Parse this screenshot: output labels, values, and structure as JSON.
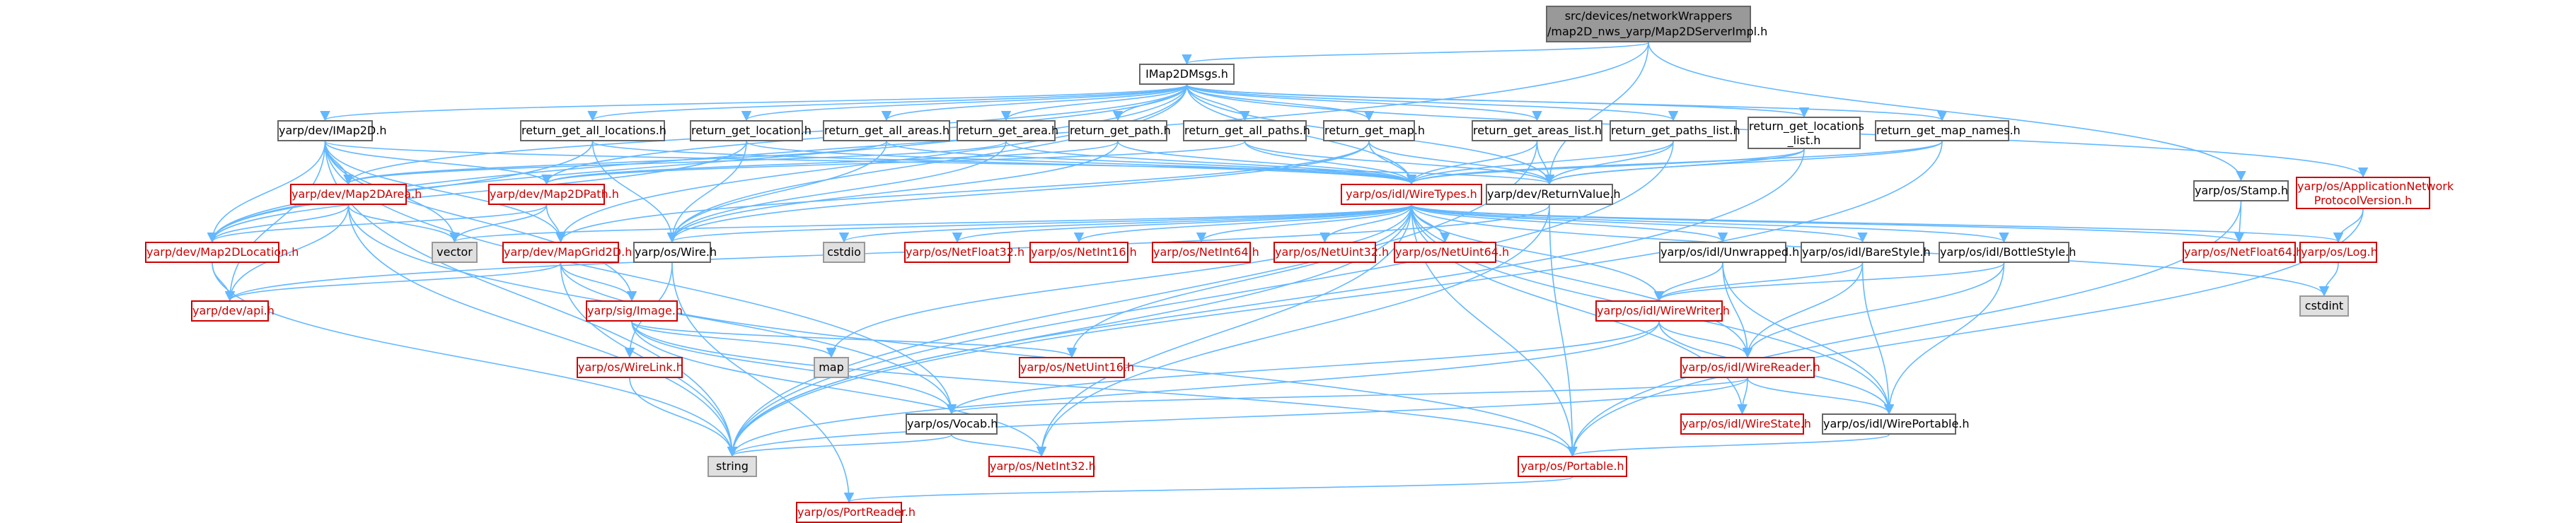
{
  "diagram": {
    "colors": {
      "edge": "#63b8ff",
      "red_text": "#cc0000",
      "grey_fill": "#e0e0e0",
      "root_fill": "#999999"
    },
    "nodes": [
      {
        "id": "root",
        "lines": [
          "src/devices/networkWrappers",
          "/map2D_nws_yarp/Map2DServerImpl.h"
        ],
        "style": "root"
      },
      {
        "id": "imap2dmsgs",
        "lines": [
          "IMap2DMsgs.h"
        ],
        "style": "normal"
      },
      {
        "id": "stamp",
        "lines": [
          "yarp/os/Stamp.h"
        ],
        "style": "normal"
      },
      {
        "id": "appnet",
        "lines": [
          "yarp/os/ApplicationNetwork",
          "ProtocolVersion.h"
        ],
        "style": "red"
      },
      {
        "id": "imap2d",
        "lines": [
          "yarp/dev/IMap2D.h"
        ],
        "style": "normal"
      },
      {
        "id": "r_all_loc",
        "lines": [
          "return_get_all_locations.h"
        ],
        "style": "normal"
      },
      {
        "id": "r_loc",
        "lines": [
          "return_get_location.h"
        ],
        "style": "normal"
      },
      {
        "id": "r_all_areas",
        "lines": [
          "return_get_all_areas.h"
        ],
        "style": "normal"
      },
      {
        "id": "r_area",
        "lines": [
          "return_get_area.h"
        ],
        "style": "normal"
      },
      {
        "id": "r_path",
        "lines": [
          "return_get_path.h"
        ],
        "style": "normal"
      },
      {
        "id": "r_all_paths",
        "lines": [
          "return_get_all_paths.h"
        ],
        "style": "normal"
      },
      {
        "id": "r_map",
        "lines": [
          "return_get_map.h"
        ],
        "style": "normal"
      },
      {
        "id": "r_areas_list",
        "lines": [
          "return_get_areas_list.h"
        ],
        "style": "normal"
      },
      {
        "id": "r_paths_list",
        "lines": [
          "return_get_paths_list.h"
        ],
        "style": "normal"
      },
      {
        "id": "r_locs_list",
        "lines": [
          "return_get_locations",
          "_list.h"
        ],
        "style": "normal"
      },
      {
        "id": "r_map_names",
        "lines": [
          "return_get_map_names.h"
        ],
        "style": "normal"
      },
      {
        "id": "map2darea",
        "lines": [
          "yarp/dev/Map2DArea.h"
        ],
        "style": "red"
      },
      {
        "id": "map2dpath",
        "lines": [
          "yarp/dev/Map2DPath.h"
        ],
        "style": "red"
      },
      {
        "id": "wiretypes",
        "lines": [
          "yarp/os/idl/WireTypes.h"
        ],
        "style": "red"
      },
      {
        "id": "retval",
        "lines": [
          "yarp/dev/ReturnValue.h"
        ],
        "style": "normal"
      },
      {
        "id": "map2dloc",
        "lines": [
          "yarp/dev/Map2DLocation.h"
        ],
        "style": "red"
      },
      {
        "id": "vector",
        "lines": [
          "vector"
        ],
        "style": "grey"
      },
      {
        "id": "mapgrid",
        "lines": [
          "yarp/dev/MapGrid2D.h"
        ],
        "style": "red"
      },
      {
        "id": "wire",
        "lines": [
          "yarp/os/Wire.h"
        ],
        "style": "normal"
      },
      {
        "id": "cstdio",
        "lines": [
          "cstdio"
        ],
        "style": "grey"
      },
      {
        "id": "nf32",
        "lines": [
          "yarp/os/NetFloat32.h"
        ],
        "style": "red"
      },
      {
        "id": "ni16",
        "lines": [
          "yarp/os/NetInt16.h"
        ],
        "style": "red"
      },
      {
        "id": "ni64",
        "lines": [
          "yarp/os/NetInt64.h"
        ],
        "style": "red"
      },
      {
        "id": "nu32",
        "lines": [
          "yarp/os/NetUint32.h"
        ],
        "style": "red"
      },
      {
        "id": "nu64",
        "lines": [
          "yarp/os/NetUint64.h"
        ],
        "style": "red"
      },
      {
        "id": "unwrapped",
        "lines": [
          "yarp/os/idl/Unwrapped.h"
        ],
        "style": "normal"
      },
      {
        "id": "barestyle",
        "lines": [
          "yarp/os/idl/BareStyle.h"
        ],
        "style": "normal"
      },
      {
        "id": "bottlestyle",
        "lines": [
          "yarp/os/idl/BottleStyle.h"
        ],
        "style": "normal"
      },
      {
        "id": "nf64",
        "lines": [
          "yarp/os/NetFloat64.h"
        ],
        "style": "red"
      },
      {
        "id": "log",
        "lines": [
          "yarp/os/Log.h"
        ],
        "style": "red"
      },
      {
        "id": "cstdint",
        "lines": [
          "cstdint"
        ],
        "style": "grey"
      },
      {
        "id": "api",
        "lines": [
          "yarp/dev/api.h"
        ],
        "style": "red"
      },
      {
        "id": "image",
        "lines": [
          "yarp/sig/Image.h"
        ],
        "style": "red"
      },
      {
        "id": "wirewriter",
        "lines": [
          "yarp/os/idl/WireWriter.h"
        ],
        "style": "red"
      },
      {
        "id": "map",
        "lines": [
          "map"
        ],
        "style": "grey"
      },
      {
        "id": "nu16",
        "lines": [
          "yarp/os/NetUint16.h"
        ],
        "style": "red"
      },
      {
        "id": "wirelink",
        "lines": [
          "yarp/os/WireLink.h"
        ],
        "style": "red"
      },
      {
        "id": "wirereader",
        "lines": [
          "yarp/os/idl/WireReader.h"
        ],
        "style": "red"
      },
      {
        "id": "vocab",
        "lines": [
          "yarp/os/Vocab.h"
        ],
        "style": "normal"
      },
      {
        "id": "wirestate",
        "lines": [
          "yarp/os/idl/WireState.h"
        ],
        "style": "red"
      },
      {
        "id": "wireportable",
        "lines": [
          "yarp/os/idl/WirePortable.h"
        ],
        "style": "normal"
      },
      {
        "id": "string",
        "lines": [
          "string"
        ],
        "style": "grey"
      },
      {
        "id": "ni32",
        "lines": [
          "yarp/os/NetInt32.h"
        ],
        "style": "red"
      },
      {
        "id": "portable",
        "lines": [
          "yarp/os/Portable.h"
        ],
        "style": "red"
      },
      {
        "id": "portreader",
        "lines": [
          "yarp/os/PortReader.h"
        ],
        "style": "red"
      }
    ],
    "edges": [
      [
        "root",
        "imap2dmsgs"
      ],
      [
        "root",
        "stamp"
      ],
      [
        "root",
        "map2dloc"
      ],
      [
        "root",
        "retval"
      ],
      [
        "imap2dmsgs",
        "imap2d"
      ],
      [
        "imap2dmsgs",
        "r_all_loc"
      ],
      [
        "imap2dmsgs",
        "r_loc"
      ],
      [
        "imap2dmsgs",
        "r_all_areas"
      ],
      [
        "imap2dmsgs",
        "r_area"
      ],
      [
        "imap2dmsgs",
        "r_path"
      ],
      [
        "imap2dmsgs",
        "r_all_paths"
      ],
      [
        "imap2dmsgs",
        "r_map"
      ],
      [
        "imap2dmsgs",
        "r_areas_list"
      ],
      [
        "imap2dmsgs",
        "r_paths_list"
      ],
      [
        "imap2dmsgs",
        "r_locs_list"
      ],
      [
        "imap2dmsgs",
        "r_map_names"
      ],
      [
        "imap2dmsgs",
        "appnet"
      ],
      [
        "imap2dmsgs",
        "wiretypes"
      ],
      [
        "imap2dmsgs",
        "retval"
      ],
      [
        "imap2dmsgs",
        "wire"
      ],
      [
        "imap2dmsgs",
        "map2darea"
      ],
      [
        "imap2dmsgs",
        "map2dpath"
      ],
      [
        "imap2dmsgs",
        "map2dloc"
      ],
      [
        "imap2dmsgs",
        "mapgrid"
      ],
      [
        "stamp",
        "nf64"
      ],
      [
        "stamp",
        "portable"
      ],
      [
        "appnet",
        "log"
      ],
      [
        "appnet",
        "portable"
      ],
      [
        "imap2d",
        "map2darea"
      ],
      [
        "imap2d",
        "map2dpath"
      ],
      [
        "imap2d",
        "map2dloc"
      ],
      [
        "imap2d",
        "mapgrid"
      ],
      [
        "imap2d",
        "vector"
      ],
      [
        "imap2d",
        "string"
      ],
      [
        "imap2d",
        "api"
      ],
      [
        "imap2d",
        "vocab"
      ],
      [
        "imap2d",
        "retval"
      ],
      [
        "imap2d",
        "image"
      ],
      [
        "r_all_loc",
        "wiretypes"
      ],
      [
        "r_all_loc",
        "map2dloc"
      ],
      [
        "r_all_loc",
        "wire"
      ],
      [
        "r_loc",
        "wiretypes"
      ],
      [
        "r_loc",
        "map2dloc"
      ],
      [
        "r_loc",
        "wire"
      ],
      [
        "r_all_areas",
        "wiretypes"
      ],
      [
        "r_all_areas",
        "map2darea"
      ],
      [
        "r_all_areas",
        "wire"
      ],
      [
        "r_area",
        "wiretypes"
      ],
      [
        "r_area",
        "map2darea"
      ],
      [
        "r_area",
        "wire"
      ],
      [
        "r_path",
        "wiretypes"
      ],
      [
        "r_path",
        "map2dpath"
      ],
      [
        "r_path",
        "wire"
      ],
      [
        "r_all_paths",
        "wiretypes"
      ],
      [
        "r_all_paths",
        "map2dpath"
      ],
      [
        "r_all_paths",
        "retval"
      ],
      [
        "r_map",
        "wiretypes"
      ],
      [
        "r_map",
        "mapgrid"
      ],
      [
        "r_map",
        "retval"
      ],
      [
        "r_map",
        "wire"
      ],
      [
        "r_areas_list",
        "wiretypes"
      ],
      [
        "r_areas_list",
        "retval"
      ],
      [
        "r_areas_list",
        "string"
      ],
      [
        "r_paths_list",
        "wiretypes"
      ],
      [
        "r_paths_list",
        "retval"
      ],
      [
        "r_paths_list",
        "string"
      ],
      [
        "r_locs_list",
        "wiretypes"
      ],
      [
        "r_locs_list",
        "retval"
      ],
      [
        "r_locs_list",
        "string"
      ],
      [
        "r_map_names",
        "wiretypes"
      ],
      [
        "r_map_names",
        "retval"
      ],
      [
        "r_map_names",
        "string"
      ],
      [
        "map2darea",
        "map2dloc"
      ],
      [
        "map2darea",
        "vector"
      ],
      [
        "map2darea",
        "string"
      ],
      [
        "map2darea",
        "api"
      ],
      [
        "map2darea",
        "vocab"
      ],
      [
        "map2dpath",
        "map2dloc"
      ],
      [
        "map2dpath",
        "vector"
      ],
      [
        "map2dpath",
        "mapgrid"
      ],
      [
        "map2dloc",
        "api"
      ],
      [
        "map2dloc",
        "string"
      ],
      [
        "mapgrid",
        "image"
      ],
      [
        "mapgrid",
        "api"
      ],
      [
        "mapgrid",
        "string"
      ],
      [
        "mapgrid",
        "portable"
      ],
      [
        "wiretypes",
        "wire"
      ],
      [
        "wiretypes",
        "vector"
      ],
      [
        "wiretypes",
        "cstdio"
      ],
      [
        "wiretypes",
        "nf32"
      ],
      [
        "wiretypes",
        "ni16"
      ],
      [
        "wiretypes",
        "ni64"
      ],
      [
        "wiretypes",
        "nu32"
      ],
      [
        "wiretypes",
        "nu64"
      ],
      [
        "wiretypes",
        "unwrapped"
      ],
      [
        "wiretypes",
        "barestyle"
      ],
      [
        "wiretypes",
        "bottlestyle"
      ],
      [
        "wiretypes",
        "nf64"
      ],
      [
        "wiretypes",
        "log"
      ],
      [
        "wiretypes",
        "cstdint"
      ],
      [
        "wiretypes",
        "wirewriter"
      ],
      [
        "wiretypes",
        "wirereader"
      ],
      [
        "wiretypes",
        "wirestate"
      ],
      [
        "wiretypes",
        "wireportable"
      ],
      [
        "wiretypes",
        "ni32"
      ],
      [
        "wiretypes",
        "portable"
      ],
      [
        "wiretypes",
        "map"
      ],
      [
        "wiretypes",
        "string"
      ],
      [
        "wiretypes",
        "nu16"
      ],
      [
        "retval",
        "api"
      ],
      [
        "retval",
        "portable"
      ],
      [
        "retval",
        "ni32"
      ],
      [
        "wire",
        "wirelink"
      ],
      [
        "wire",
        "portreader"
      ],
      [
        "unwrapped",
        "wirewriter"
      ],
      [
        "unwrapped",
        "wirereader"
      ],
      [
        "unwrapped",
        "wireportable"
      ],
      [
        "barestyle",
        "wirewriter"
      ],
      [
        "barestyle",
        "wirereader"
      ],
      [
        "barestyle",
        "wireportable"
      ],
      [
        "bottlestyle",
        "wirewriter"
      ],
      [
        "bottlestyle",
        "wirereader"
      ],
      [
        "bottlestyle",
        "wireportable"
      ],
      [
        "log",
        "cstdint"
      ],
      [
        "image",
        "map"
      ],
      [
        "image",
        "vocab"
      ],
      [
        "image",
        "ni32"
      ],
      [
        "image",
        "portable"
      ],
      [
        "image",
        "nu16"
      ],
      [
        "wirewriter",
        "wirereader"
      ],
      [
        "wirewriter",
        "vocab"
      ],
      [
        "wirewriter",
        "string"
      ],
      [
        "wirewriter",
        "wireportable"
      ],
      [
        "wirelink",
        "string"
      ],
      [
        "wirereader",
        "wirestate"
      ],
      [
        "wirereader",
        "wireportable"
      ],
      [
        "wirereader",
        "vocab"
      ],
      [
        "wirereader",
        "string"
      ],
      [
        "vocab",
        "string"
      ],
      [
        "vocab",
        "ni32"
      ],
      [
        "wireportable",
        "portable"
      ],
      [
        "portable",
        "portreader"
      ]
    ]
  }
}
